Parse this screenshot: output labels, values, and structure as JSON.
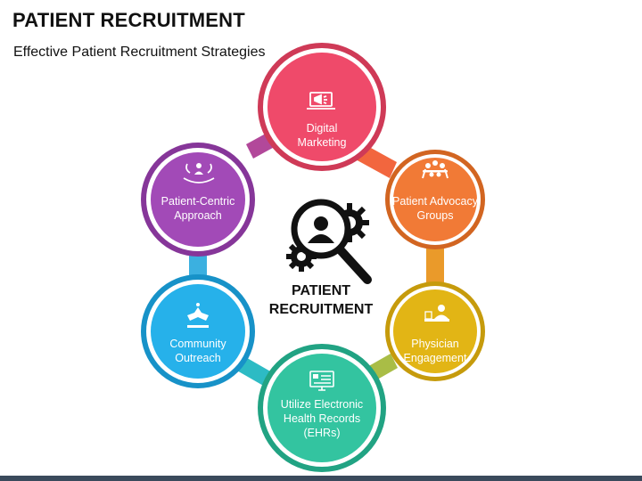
{
  "header": {
    "title": "PATIENT RECRUITMENT",
    "subtitle": "Effective Patient Recruitment Strategies"
  },
  "center": {
    "line1": "PATIENT",
    "line2": "RECRUITMENT",
    "icon": "magnifier-user-gears-icon"
  },
  "nodes": [
    {
      "line1": "Digital",
      "line2": "Marketing",
      "line3": "",
      "color": "#ef4a6a",
      "icon": "laptop-megaphone-icon"
    },
    {
      "line1": "Patient Advocacy",
      "line2": "Groups",
      "line3": "",
      "color": "#f17a36",
      "icon": "group-people-icon"
    },
    {
      "line1": "Physician",
      "line2": "Engagement",
      "line3": "",
      "color": "#e2b515",
      "icon": "physician-desk-icon"
    },
    {
      "line1": "Utilize Electronic",
      "line2": "Health Records",
      "line3": "(EHRs)",
      "color": "#33c4a0",
      "icon": "ehr-monitor-icon"
    },
    {
      "line1": "Community",
      "line2": "Outreach",
      "line3": "",
      "color": "#26b1ea",
      "icon": "hands-together-icon"
    },
    {
      "line1": "Patient-Centric",
      "line2": "Approach",
      "line3": "",
      "color": "#a24ab7",
      "icon": "hand-person-icon"
    }
  ],
  "colors": {
    "link_pink_orange": "#f05a4f",
    "bottom_bar": "#3a4a5c"
  }
}
